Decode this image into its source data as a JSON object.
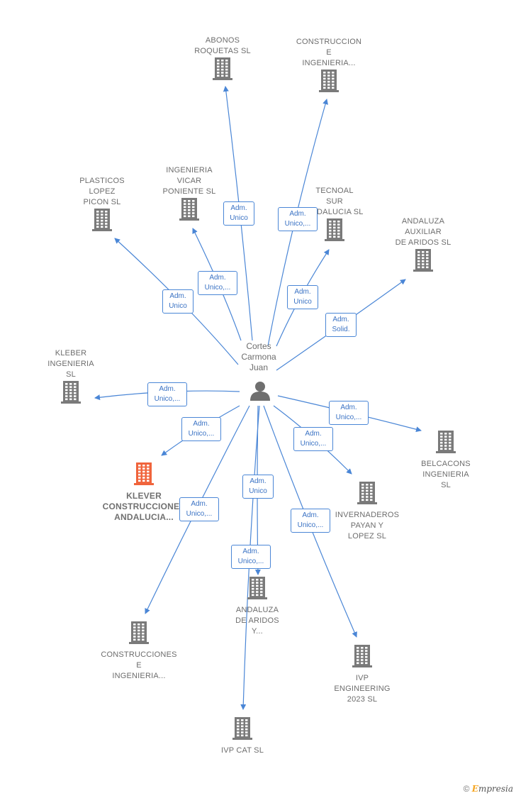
{
  "center": {
    "name_lines": [
      "Cortes",
      "Carmona",
      "Juan"
    ],
    "icon": "person-icon"
  },
  "companies": [
    {
      "id": "abonos",
      "lines": [
        "ABONOS",
        "ROQUETAS SL"
      ],
      "highlight": false
    },
    {
      "id": "construccion-ing-top",
      "lines": [
        "CONSTRUCCION",
        "E",
        "INGENIERIA..."
      ],
      "highlight": false
    },
    {
      "id": "ingenieria-vicar",
      "lines": [
        "INGENIERIA",
        "VICAR",
        "PONIENTE  SL"
      ],
      "highlight": false
    },
    {
      "id": "plasticos",
      "lines": [
        "PLASTICOS",
        "LOPEZ",
        "PICON SL"
      ],
      "highlight": false
    },
    {
      "id": "tecnoal",
      "lines": [
        "TECNOAL",
        "SUR",
        "ANDALUCIA SL"
      ],
      "highlight": false
    },
    {
      "id": "andaluza-auxiliar",
      "lines": [
        "ANDALUZA",
        "AUXILIAR",
        "DE ARIDOS  SL"
      ],
      "highlight": false
    },
    {
      "id": "kleber",
      "lines": [
        "KLEBER",
        "INGENIERIA",
        "SL"
      ],
      "highlight": false
    },
    {
      "id": "klever",
      "lines": [
        "KLEVER",
        "CONSTRUCCIONES",
        "ANDALUCIA..."
      ],
      "highlight": true
    },
    {
      "id": "belcacons",
      "lines": [
        "BELCACONS",
        "INGENIERIA",
        "SL"
      ],
      "highlight": false
    },
    {
      "id": "invernaderos",
      "lines": [
        "INVERNADEROS",
        "PAYAN Y",
        "LOPEZ SL"
      ],
      "highlight": false
    },
    {
      "id": "andaluza-aridos",
      "lines": [
        "ANDALUZA",
        "DE ARIDOS",
        "Y..."
      ],
      "highlight": false
    },
    {
      "id": "construcciones-bottom",
      "lines": [
        "CONSTRUCCIONES",
        "E",
        "INGENIERIA..."
      ],
      "highlight": false
    },
    {
      "id": "ivp-engineering",
      "lines": [
        "IVP",
        "ENGINEERING",
        "2023  SL"
      ],
      "highlight": false
    },
    {
      "id": "ivp-cat",
      "lines": [
        "IVP CAT  SL"
      ],
      "highlight": false
    }
  ],
  "roles": [
    {
      "target": "abonos",
      "lines": [
        "Adm.",
        "Unico"
      ]
    },
    {
      "target": "construccion-ing-top",
      "lines": [
        "Adm.",
        "Unico,..."
      ]
    },
    {
      "target": "ingenieria-vicar",
      "lines": [
        "Adm.",
        "Unico,..."
      ]
    },
    {
      "target": "plasticos",
      "lines": [
        "Adm.",
        "Unico"
      ]
    },
    {
      "target": "tecnoal",
      "lines": [
        "Adm.",
        "Unico"
      ]
    },
    {
      "target": "andaluza-auxiliar",
      "lines": [
        "Adm.",
        "Solid."
      ]
    },
    {
      "target": "kleber",
      "lines": [
        "Adm.",
        "Unico,..."
      ]
    },
    {
      "target": "klever",
      "lines": [
        "Adm.",
        "Unico,..."
      ]
    },
    {
      "target": "belcacons",
      "lines": [
        "Adm.",
        "Unico,..."
      ]
    },
    {
      "target": "invernaderos",
      "lines": [
        "Adm.",
        "Unico,..."
      ]
    },
    {
      "target": "andaluza-aridos",
      "lines": [
        "Adm.",
        "Unico"
      ]
    },
    {
      "target": "construcciones-bottom",
      "lines": [
        "Adm.",
        "Unico,..."
      ]
    },
    {
      "target": "ivp-engineering",
      "lines": [
        "Adm.",
        "Unico,..."
      ]
    },
    {
      "target": "ivp-cat",
      "lines": [
        "Adm.",
        "Unico,..."
      ]
    }
  ],
  "colors": {
    "edge": "#4a86d6",
    "building": "#7a7a7a",
    "building_highlight": "#f0643c",
    "person": "#6f6f6f"
  },
  "footer": {
    "copyright": "©",
    "brand_initial": "E",
    "brand_rest": "mpresia"
  }
}
